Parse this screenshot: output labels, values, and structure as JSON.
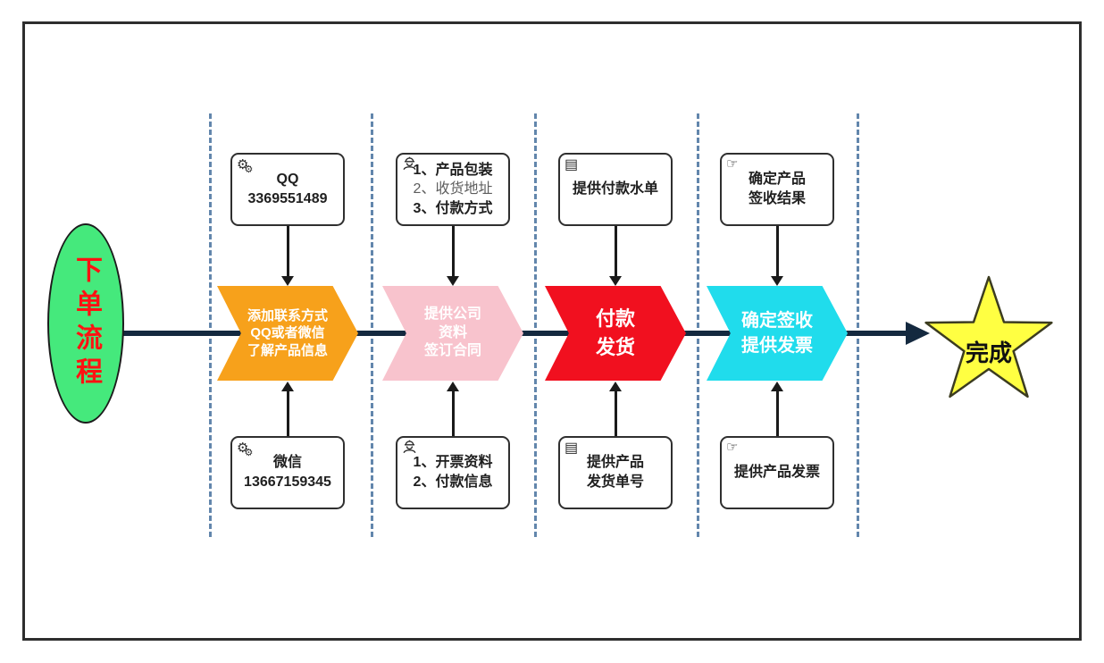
{
  "icons": {
    "gear": "⚙",
    "table": "▤",
    "hand": "☞"
  },
  "colors": {
    "start_fill": "#45e97c",
    "start_text": "#ff1212",
    "chevron_1": "#f7a11b",
    "chevron_2": "#f8c3cd",
    "chevron_3": "#f1101f",
    "chevron_4": "#20dcec",
    "star_fill": "#ffff42",
    "main_line": "#14293f",
    "dashed_separator": "#6286ac"
  },
  "flow": {
    "start": {
      "label": "下单流程"
    },
    "end": {
      "label": "完成"
    },
    "sections": [
      {
        "top_box": {
          "icon": "gears-icon",
          "lines": [
            "QQ",
            "3369551489"
          ]
        },
        "chevron": {
          "lines": [
            "添加联系方式",
            "QQ或者微信",
            "了解产品信息"
          ]
        },
        "bottom_box": {
          "icon": "gears-icon",
          "lines": [
            "微信",
            "13667159345"
          ]
        }
      },
      {
        "top_box": {
          "icon": "worker-icon",
          "lines": [
            "1、产品包装",
            "2、收货地址",
            "3、付款方式"
          ]
        },
        "chevron": {
          "lines": [
            "提供公司",
            "资料",
            "签订合同"
          ]
        },
        "bottom_box": {
          "icon": "worker-icon",
          "lines": [
            "1、开票资料",
            "2、付款信息"
          ]
        }
      },
      {
        "top_box": {
          "icon": "table-icon",
          "lines": [
            "提供付款水单"
          ]
        },
        "chevron": {
          "lines": [
            "付款",
            "发货"
          ]
        },
        "bottom_box": {
          "icon": "table-icon",
          "lines": [
            "提供产品",
            "发货单号"
          ]
        }
      },
      {
        "top_box": {
          "icon": "hand-icon",
          "lines": [
            "确定产品",
            "签收结果"
          ]
        },
        "chevron": {
          "lines": [
            "确定签收",
            "提供发票"
          ]
        },
        "bottom_box": {
          "icon": "hand-icon",
          "lines": [
            "提供产品发票"
          ]
        }
      }
    ]
  }
}
